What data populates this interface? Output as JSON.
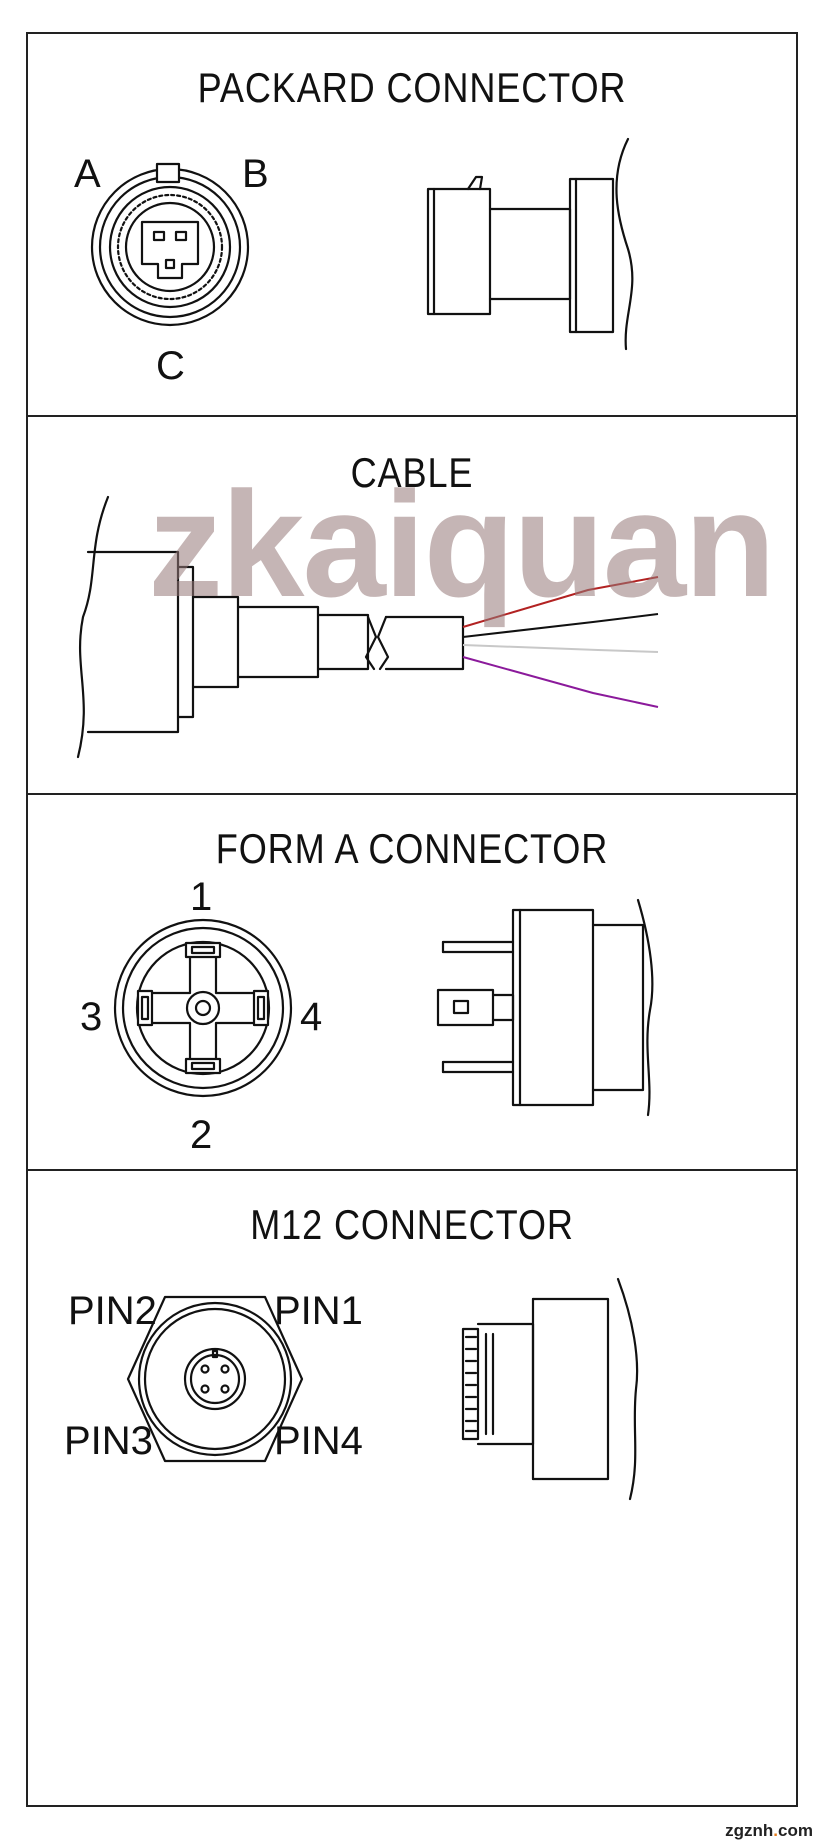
{
  "panels": {
    "packard": {
      "title": "PACKARD  CONNECTOR",
      "pins": {
        "a": "A",
        "b": "B",
        "c": "C"
      }
    },
    "cable": {
      "title": "CABLE",
      "wire_colors": [
        "#b22222",
        "#111111",
        "#c8c8c8",
        "#8b1a9b"
      ]
    },
    "form_a": {
      "title": "FORM  A  CONNECTOR",
      "pins": {
        "p1": "1",
        "p2": "2",
        "p3": "3",
        "p4": "4"
      }
    },
    "m12": {
      "title": "M12  CONNECTOR",
      "pins": {
        "pin1": "PIN1",
        "pin2": "PIN2",
        "pin3": "PIN3",
        "pin4": "PIN4"
      }
    }
  },
  "watermark": "zkaiquan",
  "site_mark": {
    "prefix": "zgznh",
    "dot": ".",
    "suffix": "com"
  }
}
